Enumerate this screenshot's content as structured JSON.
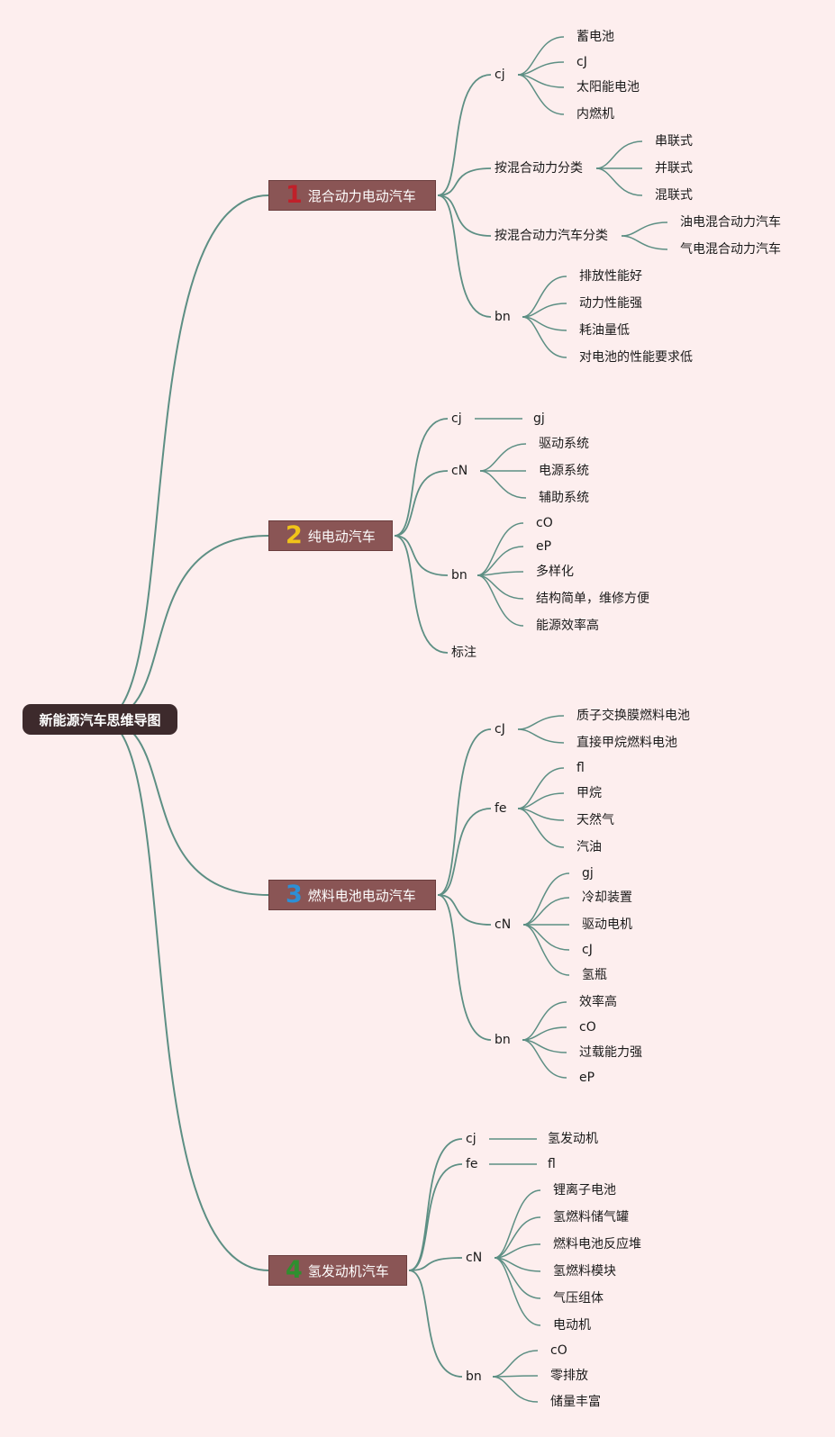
{
  "colors": {
    "background": "#fdeeee",
    "root": "#3d2a2c",
    "branch": "#8a5555",
    "link": "#5d8f84"
  },
  "root": {
    "label": "新能源汽车思维导图"
  },
  "branches": [
    {
      "num": "1",
      "num_color": "#c0202a",
      "label": "混合动力电动汽车",
      "children": [
        {
          "label": "cj",
          "children": [
            "蓄电池",
            "cJ",
            "太阳能电池",
            "内燃机"
          ]
        },
        {
          "label": "按混合动力分类",
          "children": [
            "串联式",
            "并联式",
            "混联式"
          ]
        },
        {
          "label": "按混合动力汽车分类",
          "children": [
            "油电混合动力汽车",
            "气电混合动力汽车"
          ]
        },
        {
          "label": "bn",
          "children": [
            "排放性能好",
            "动力性能强",
            "耗油量低",
            "对电池的性能要求低"
          ]
        }
      ]
    },
    {
      "num": "2",
      "num_color": "#f0c419",
      "label": "纯电动汽车",
      "children": [
        {
          "label": "cj",
          "children": [
            "gj"
          ]
        },
        {
          "label": "cN",
          "children": [
            "驱动系统",
            "电源系统",
            "辅助系统"
          ]
        },
        {
          "label": "bn",
          "children": [
            "cO",
            "eP",
            "多样化",
            "结构简单，维修方便",
            "能源效率高"
          ]
        },
        {
          "label": "标注",
          "children": []
        }
      ]
    },
    {
      "num": "3",
      "num_color": "#2d8fd5",
      "label": "燃料电池电动汽车",
      "children": [
        {
          "label": "cJ",
          "children": [
            "质子交换膜燃料电池",
            "直接甲烷燃料电池"
          ]
        },
        {
          "label": "fe",
          "children": [
            "fl",
            "甲烷",
            "天然气",
            "汽油"
          ]
        },
        {
          "label": "cN",
          "children": [
            "gj",
            "冷却装置",
            "驱动电机",
            "cJ",
            "氢瓶"
          ]
        },
        {
          "label": "bn",
          "children": [
            "效率高",
            "cO",
            "过载能力强",
            "eP"
          ]
        }
      ]
    },
    {
      "num": "4",
      "num_color": "#2f8f2f",
      "label": "氢发动机汽车",
      "children": [
        {
          "label": "cj",
          "children": [
            "氢发动机"
          ]
        },
        {
          "label": "fe",
          "children": [
            "fl"
          ]
        },
        {
          "label": "cN",
          "children": [
            "锂离子电池",
            "氢燃料储气罐",
            "燃料电池反应堆",
            "氢燃料模块",
            "气压组体",
            "电动机"
          ]
        },
        {
          "label": "bn",
          "children": [
            "cO",
            "零排放",
            "储量丰富"
          ]
        }
      ]
    }
  ]
}
